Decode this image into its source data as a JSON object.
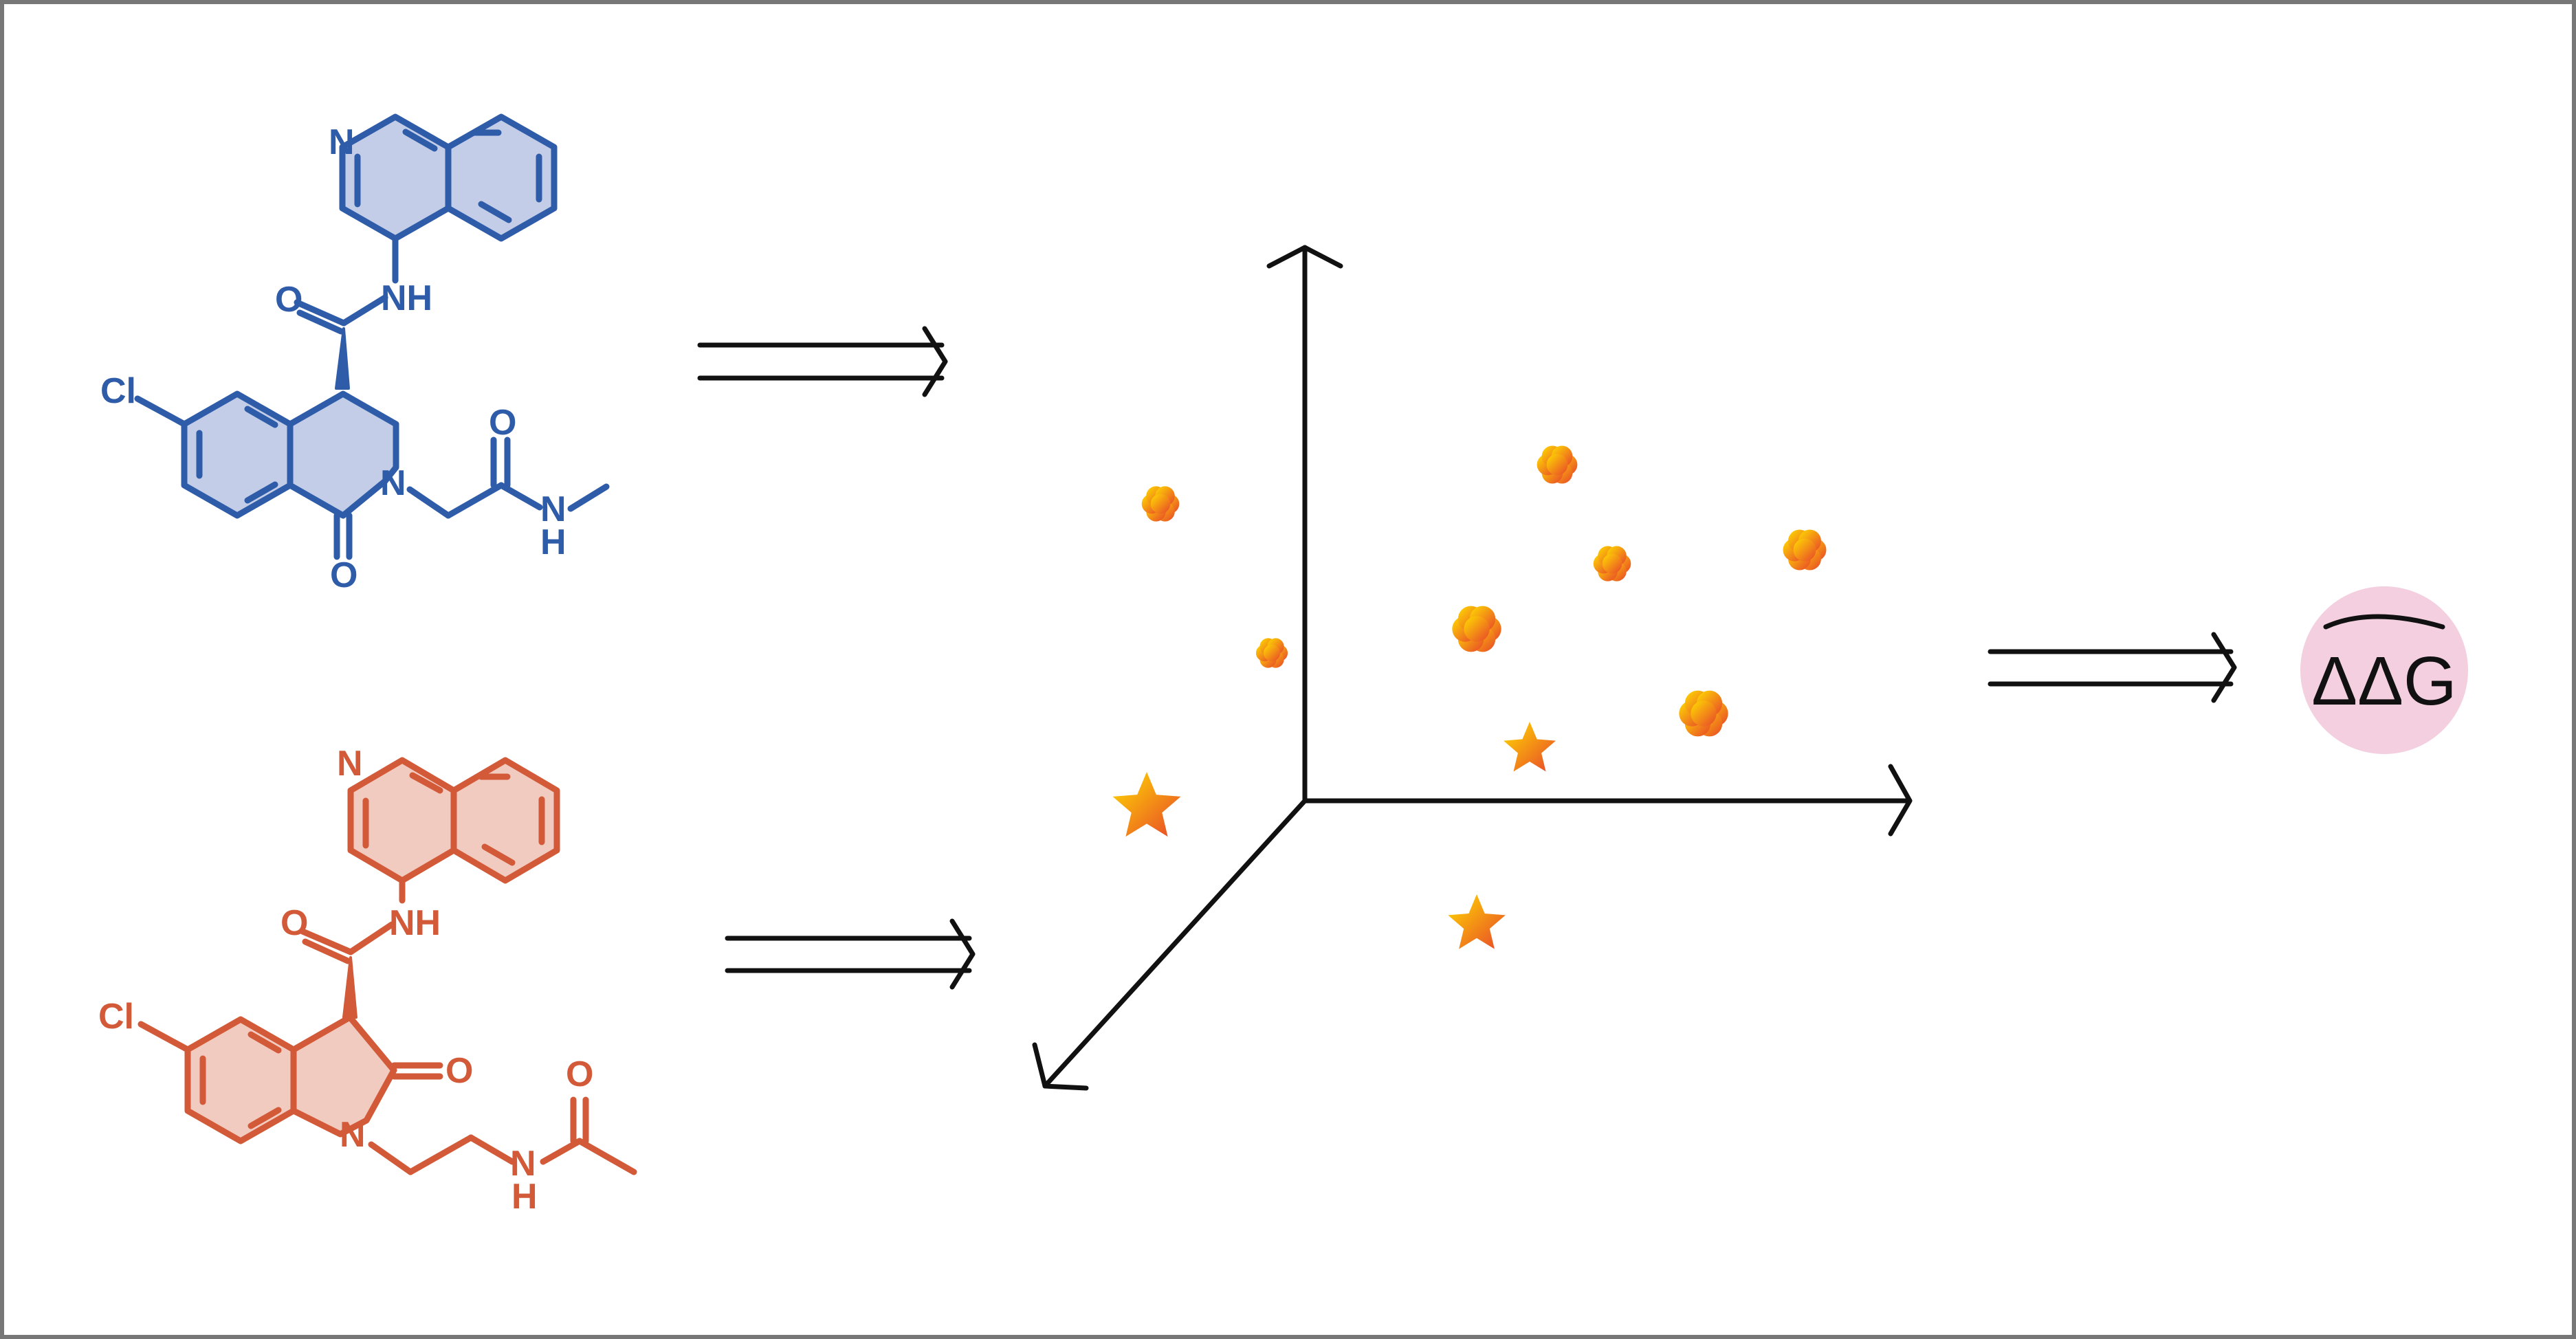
{
  "colors": {
    "frame": "#777777",
    "blue": "#2f5ca8",
    "blue_fill": "#c3cde8",
    "orange": "#d25a39",
    "orange_fill": "#f2cbc0",
    "arrow": "#111111",
    "target_fill": "#f3cfe0",
    "marker_gradient": [
      "#ffdd00",
      "#e8452a"
    ]
  },
  "molecule_blue": {
    "labels": {
      "ring_n": "N",
      "amide_o": "O",
      "amide_nh": "NH",
      "cl": "Cl",
      "ring_n2": "N",
      "ring_o": "O",
      "side_o": "O",
      "side_n": "N",
      "side_h": "H"
    }
  },
  "molecule_orange": {
    "labels": {
      "ring_n": "N",
      "amide_o": "O",
      "amide_nh": "NH",
      "cl": "Cl",
      "ketone_o": "O",
      "indole_n": "N",
      "side_o": "O",
      "side_n": "N",
      "side_h": "H"
    }
  },
  "embedding_space": {
    "markers": [
      {
        "shape": "flower"
      },
      {
        "shape": "flower"
      },
      {
        "shape": "flower"
      },
      {
        "shape": "flower"
      },
      {
        "shape": "flower"
      },
      {
        "shape": "flower"
      },
      {
        "shape": "flower"
      },
      {
        "shape": "star"
      },
      {
        "shape": "star"
      },
      {
        "shape": "star"
      }
    ]
  },
  "output": {
    "label": "ΔΔG"
  }
}
